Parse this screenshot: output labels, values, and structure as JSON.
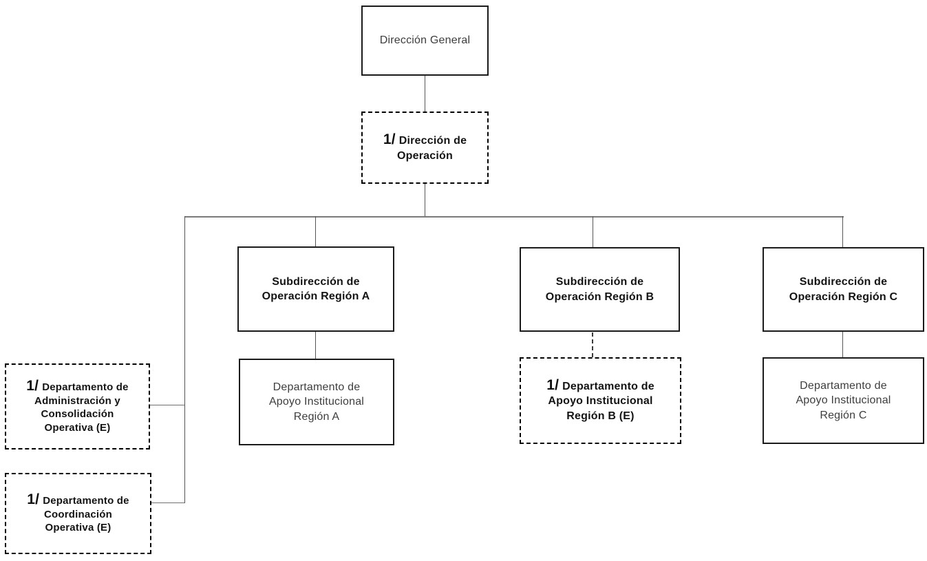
{
  "diagram": {
    "type": "org-chart",
    "nodes": {
      "direccion_general": {
        "label": "Dirección General",
        "border": "solid",
        "emphasis": "regular"
      },
      "direccion_operacion": {
        "prefix": "1/",
        "label": "Dirección de\nOperación",
        "border": "dashed",
        "emphasis": "bold"
      },
      "subdireccion_a": {
        "label": "Subdirección de\nOperación Región A",
        "border": "solid",
        "emphasis": "bold"
      },
      "subdireccion_b": {
        "label": "Subdirección de\nOperación Región B",
        "border": "solid",
        "emphasis": "bold"
      },
      "subdireccion_c": {
        "label": "Subdirección de\nOperación Región C",
        "border": "solid",
        "emphasis": "bold"
      },
      "departamento_a": {
        "label": "Departamento de\nApoyo Institucional\nRegión A",
        "border": "solid",
        "emphasis": "regular"
      },
      "departamento_b": {
        "prefix": "1/",
        "label": "Departamento de\nApoyo Institucional\nRegión B (E)",
        "border": "dashed",
        "emphasis": "bold"
      },
      "departamento_c": {
        "label": "Departamento de\nApoyo Institucional\nRegión C",
        "border": "solid",
        "emphasis": "regular"
      },
      "departamento_admin": {
        "prefix": "1/",
        "label": "Departamento de\nAdministración y\nConsolidación\nOperativa (E)",
        "border": "dashed",
        "emphasis": "bold"
      },
      "departamento_coord": {
        "prefix": "1/",
        "label": "Departamento de\nCoordinación\nOperativa (E)",
        "border": "dashed",
        "emphasis": "bold"
      }
    },
    "edges": [
      {
        "from": "direccion_general",
        "to": "direccion_operacion",
        "style": "solid"
      },
      {
        "from": "direccion_operacion",
        "to": "subdireccion_a",
        "style": "solid"
      },
      {
        "from": "direccion_operacion",
        "to": "subdireccion_b",
        "style": "solid"
      },
      {
        "from": "direccion_operacion",
        "to": "subdireccion_c",
        "style": "solid"
      },
      {
        "from": "direccion_operacion",
        "to": "departamento_admin",
        "style": "solid"
      },
      {
        "from": "direccion_operacion",
        "to": "departamento_coord",
        "style": "solid"
      },
      {
        "from": "subdireccion_a",
        "to": "departamento_a",
        "style": "solid"
      },
      {
        "from": "subdireccion_b",
        "to": "departamento_b",
        "style": "dotted"
      },
      {
        "from": "subdireccion_c",
        "to": "departamento_c",
        "style": "solid"
      }
    ],
    "colors": {
      "background": "#ffffff",
      "box_border": "#1a1a1a",
      "dashed_border": "#000000",
      "connector": "#6f6f6f",
      "text": "#3d3d3d",
      "bold_text": "#141414"
    }
  }
}
